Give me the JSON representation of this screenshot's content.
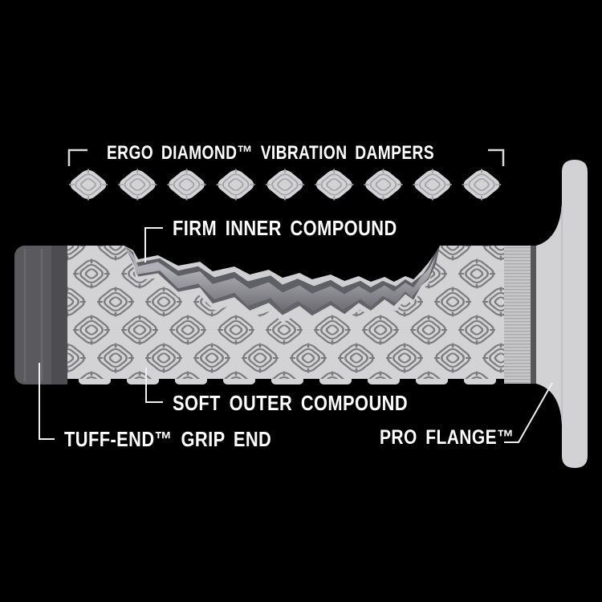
{
  "diagram": {
    "title": "ERGO DIAMOND™ VIBRATION DAMPERS",
    "callouts": {
      "firm_inner": "FIRM INNER COMPOUND",
      "soft_outer": "SOFT OUTER COMPOUND",
      "grip_end": "TUFF-END™ GRIP END",
      "flange": "PRO FLANGE™"
    },
    "dampers": {
      "count": 9,
      "icon": "ergo-diamond-icon"
    }
  },
  "colors": {
    "background": "#000000",
    "label_text": "#ffffff",
    "leader_line": "#f0f0f0",
    "bracket_line": "#d9d9d9",
    "grip_light": "#d3d3d5",
    "pattern_line": "#7b7b80",
    "end_cap": "#5a5a5e",
    "end_cap_shadow": "#4d4d51",
    "cut_dark_band": "#63636a",
    "inner_gradient_top": "#b0b0b6",
    "inner_gradient_bottom": "#5e5e64",
    "flange": "#d2d2d4",
    "collar_dark": "#55555a",
    "ribs_base": "#c8c8cb",
    "ribs_line": "#a9a9ad",
    "damper_detail": "#a2a2a7"
  }
}
